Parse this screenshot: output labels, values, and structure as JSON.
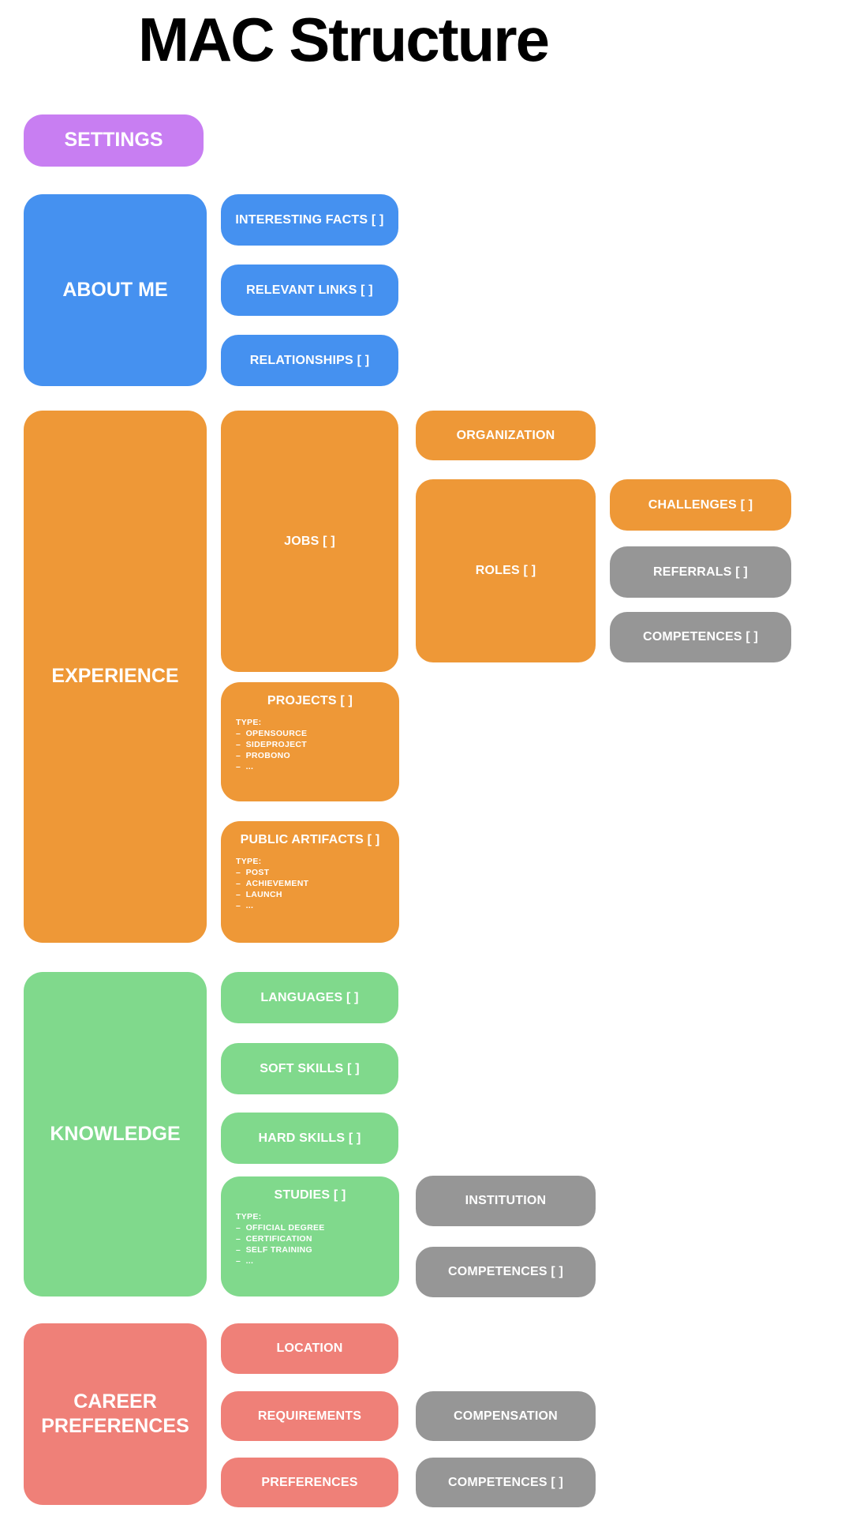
{
  "title": "MAC Structure",
  "colors": {
    "purple": "#c87ef2",
    "blue": "#4591f0",
    "orange": "#ee9837",
    "green": "#80d98c",
    "salmon": "#ef8078",
    "gray": "#969696",
    "block_text": "#ffffff",
    "title_text": "#000000",
    "background": "#ffffff"
  },
  "settings": {
    "label": "SETTINGS"
  },
  "about": {
    "label": "ABOUT ME",
    "interesting_facts": "INTERESTING FACTS [ ]",
    "relevant_links": "RELEVANT LINKS [ ]",
    "relationships": "RELATIONSHIPS [ ]"
  },
  "experience": {
    "label": "EXPERIENCE",
    "jobs": "JOBS [ ]",
    "organization": "ORGANIZATION",
    "roles": "ROLES [ ]",
    "challenges": "CHALLENGES [ ]",
    "referrals": "REFERRALS [ ]",
    "roles_competences": "COMPETENCES [ ]",
    "projects": {
      "label": "PROJECTS [ ]",
      "type_label": "TYPE:",
      "types": [
        "OPENSOURCE",
        "SIDEPROJECT",
        "PROBONO",
        "..."
      ]
    },
    "public_artifacts": {
      "label": "PUBLIC ARTIFACTS [ ]",
      "type_label": "TYPE:",
      "types": [
        "POST",
        "ACHIEVEMENT",
        "LAUNCH",
        "..."
      ]
    }
  },
  "knowledge": {
    "label": "KNOWLEDGE",
    "languages": "LANGUAGES [ ]",
    "soft_skills": "SOFT SKILLS [ ]",
    "hard_skills": "HARD SKILLS [ ]",
    "studies": {
      "label": "STUDIES [ ]",
      "type_label": "TYPE:",
      "types": [
        "OFFICIAL DEGREE",
        "CERTIFICATION",
        "SELF TRAINING",
        "..."
      ]
    },
    "institution": "INSTITUTION",
    "studies_competences": "COMPETENCES [ ]"
  },
  "career": {
    "label": "CAREER PREFERENCES",
    "location": "LOCATION",
    "requirements": "REQUIREMENTS",
    "preferences": "PREFERENCES",
    "compensation": "COMPENSATION",
    "career_competences": "COMPETENCES [ ]"
  }
}
